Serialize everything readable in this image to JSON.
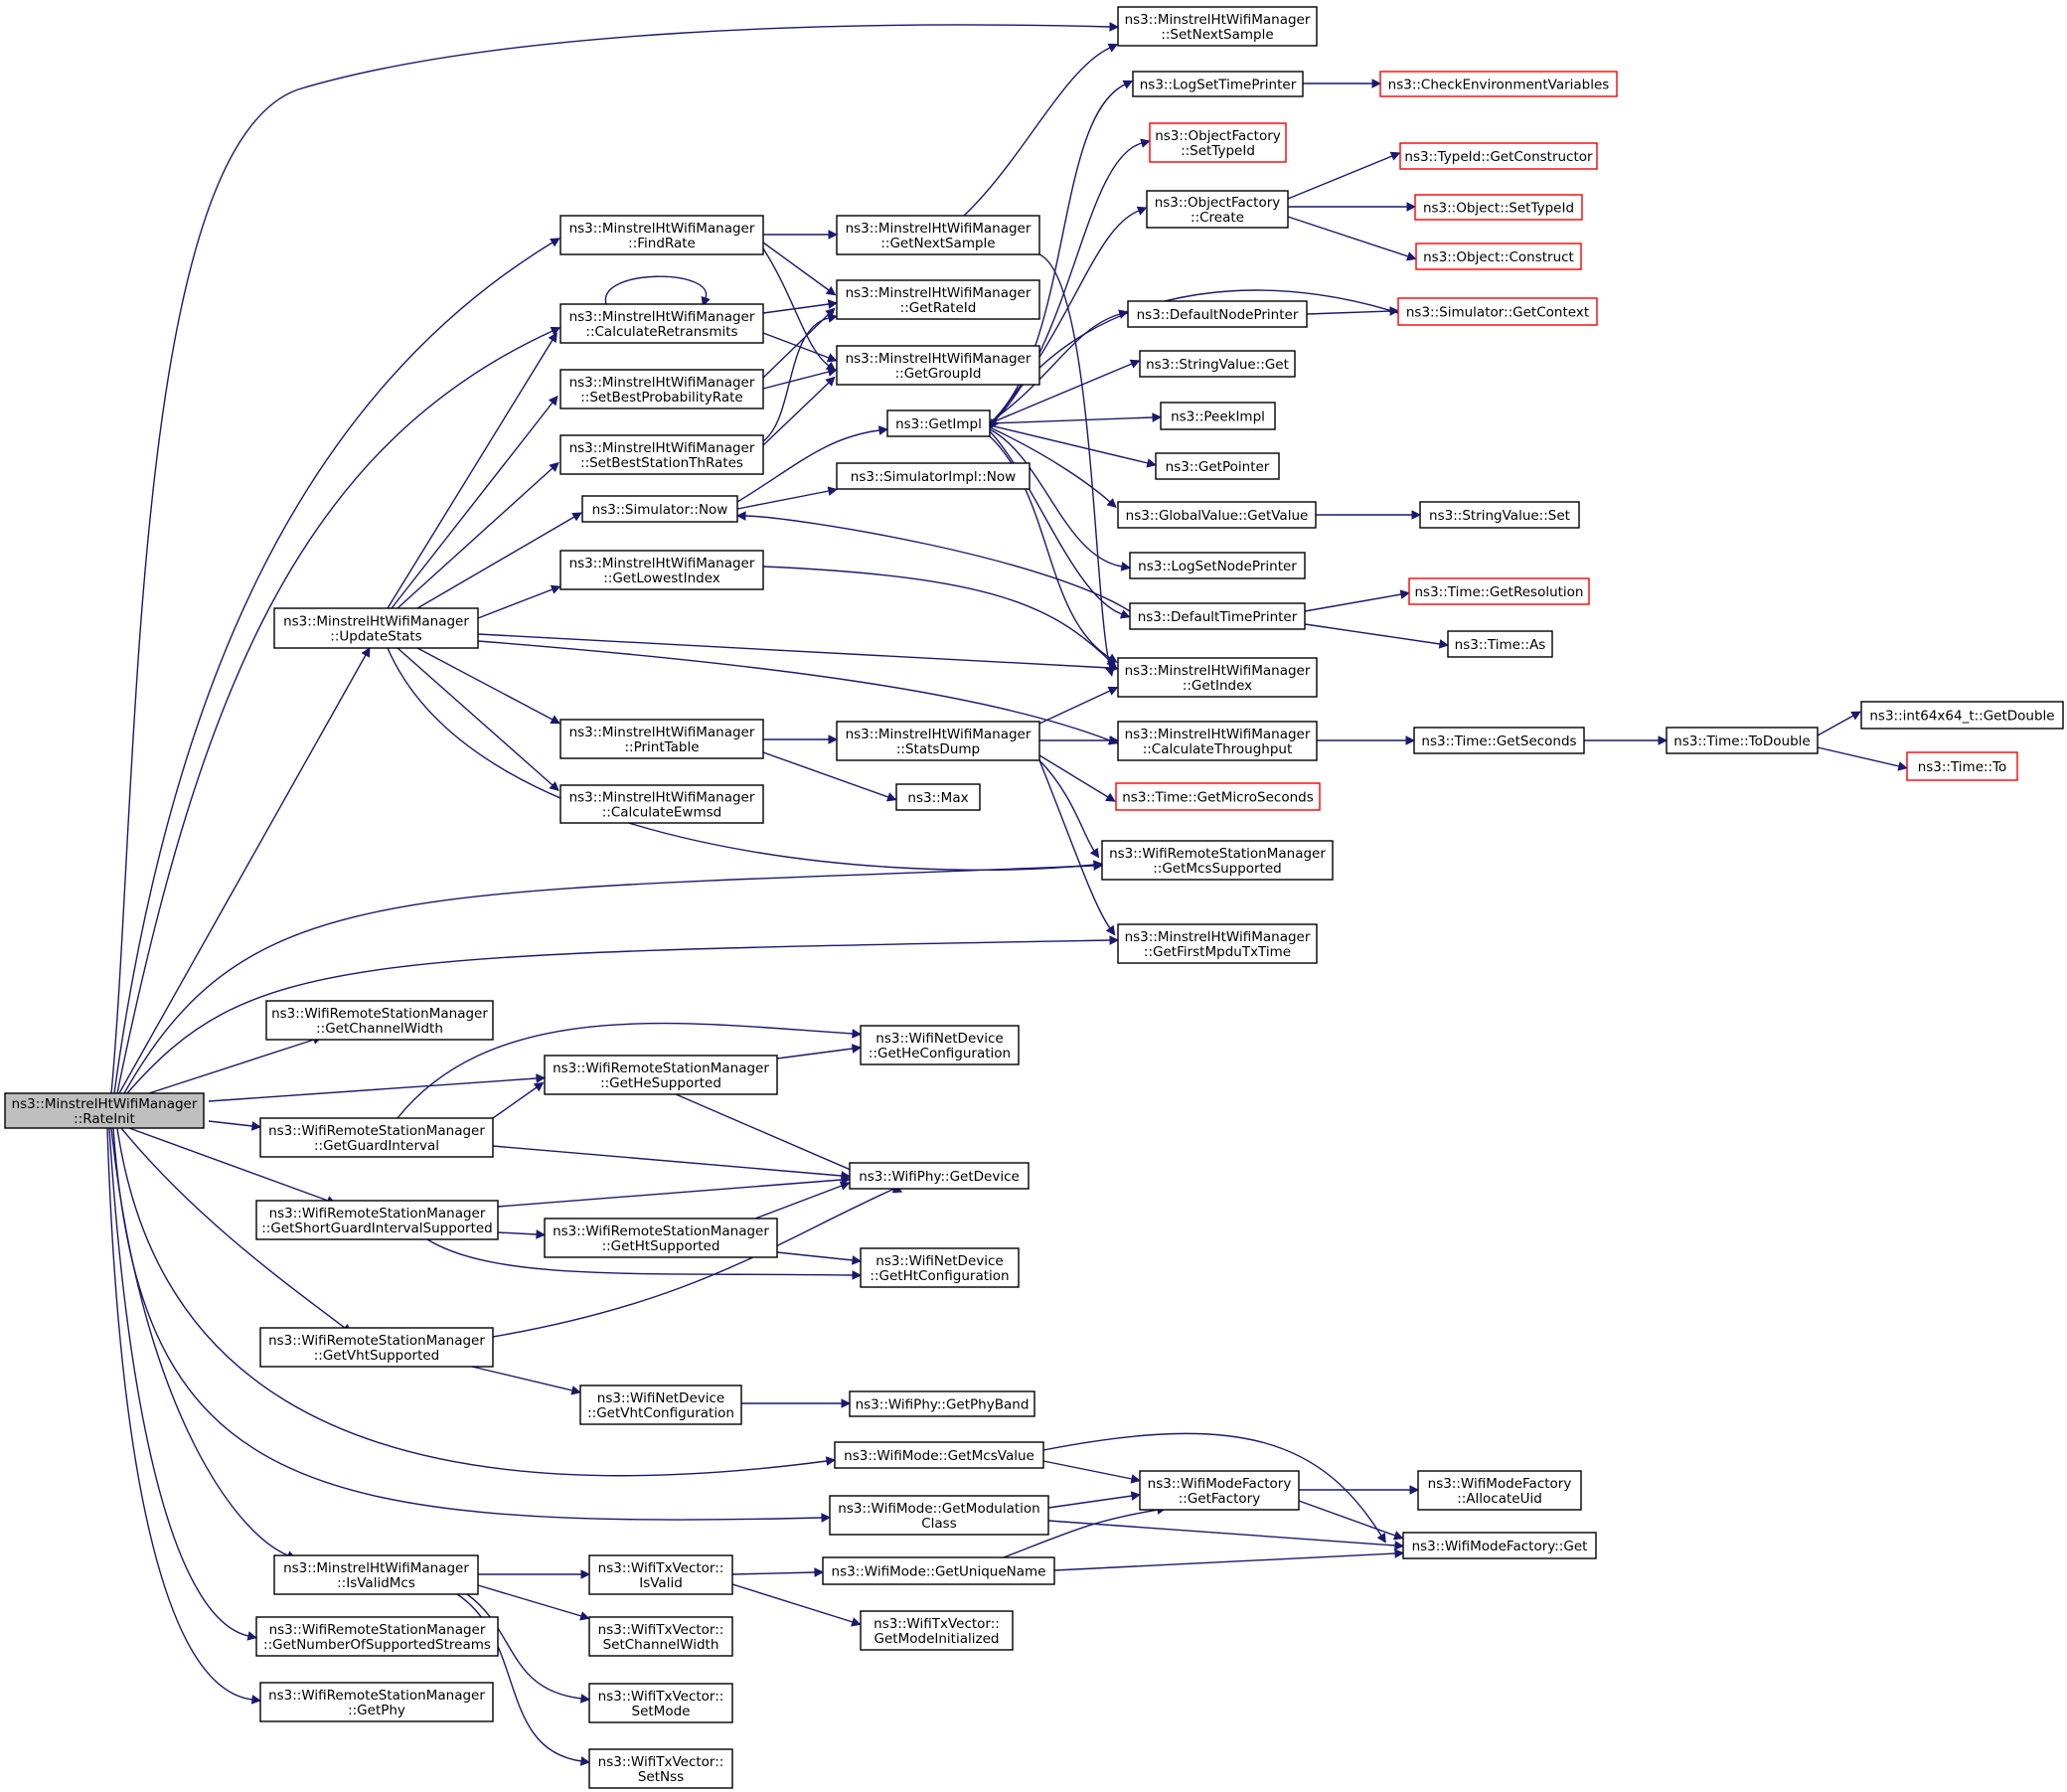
{
  "graph": {
    "edge_color": "#191970",
    "normal_border": "#000000",
    "missing_border": "#ff0000",
    "root_fill": "#bfbfbf",
    "nodes": [
      {
        "id": "root",
        "lines": [
          "ns3::MinstrelHtWifiManager",
          "::RateInit"
        ],
        "style": "root"
      },
      {
        "id": "setnextsample",
        "lines": [
          "ns3::MinstrelHtWifiManager",
          "::SetNextSample"
        ]
      },
      {
        "id": "logsettimeprinter",
        "lines": [
          "ns3::LogSetTimePrinter"
        ]
      },
      {
        "id": "checkenv",
        "lines": [
          "ns3::CheckEnvironmentVariables"
        ],
        "style": "red"
      },
      {
        "id": "of_settypeid",
        "lines": [
          "ns3::ObjectFactory",
          "::SetTypeId"
        ],
        "style": "red"
      },
      {
        "id": "typeid_getctor",
        "lines": [
          "ns3::TypeId::GetConstructor"
        ],
        "style": "red"
      },
      {
        "id": "findrate",
        "lines": [
          "ns3::MinstrelHtWifiManager",
          "::FindRate"
        ]
      },
      {
        "id": "getnextsample",
        "lines": [
          "ns3::MinstrelHtWifiManager",
          "::GetNextSample"
        ]
      },
      {
        "id": "of_create",
        "lines": [
          "ns3::ObjectFactory",
          "::Create"
        ]
      },
      {
        "id": "obj_settypeid",
        "lines": [
          "ns3::Object::SetTypeId"
        ],
        "style": "red"
      },
      {
        "id": "obj_construct",
        "lines": [
          "ns3::Object::Construct"
        ],
        "style": "red"
      },
      {
        "id": "calcretransmits",
        "lines": [
          "ns3::MinstrelHtWifiManager",
          "::CalculateRetransmits"
        ]
      },
      {
        "id": "getrateid",
        "lines": [
          "ns3::MinstrelHtWifiManager",
          "::GetRateId"
        ]
      },
      {
        "id": "defaultnodeprinter",
        "lines": [
          "ns3::DefaultNodePrinter"
        ]
      },
      {
        "id": "sim_getcontext",
        "lines": [
          "ns3::Simulator::GetContext"
        ],
        "style": "red"
      },
      {
        "id": "setbestprob",
        "lines": [
          "ns3::MinstrelHtWifiManager",
          "::SetBestProbabilityRate"
        ]
      },
      {
        "id": "getgroupid",
        "lines": [
          "ns3::MinstrelHtWifiManager",
          "::GetGroupId"
        ]
      },
      {
        "id": "stringvalue_get",
        "lines": [
          "ns3::StringValue::Get"
        ]
      },
      {
        "id": "getimpl",
        "lines": [
          "ns3::GetImpl"
        ]
      },
      {
        "id": "peekimpl",
        "lines": [
          "ns3::PeekImpl"
        ]
      },
      {
        "id": "setbeststation",
        "lines": [
          "ns3::MinstrelHtWifiManager",
          "::SetBestStationThRates"
        ]
      },
      {
        "id": "getpointer",
        "lines": [
          "ns3::GetPointer"
        ]
      },
      {
        "id": "simimpl_now",
        "lines": [
          "ns3::SimulatorImpl::Now"
        ]
      },
      {
        "id": "sim_now",
        "lines": [
          "ns3::Simulator::Now"
        ]
      },
      {
        "id": "gv_getvalue",
        "lines": [
          "ns3::GlobalValue::GetValue"
        ]
      },
      {
        "id": "stringvalue_set",
        "lines": [
          "ns3::StringValue::Set"
        ]
      },
      {
        "id": "getlowestindex",
        "lines": [
          "ns3::MinstrelHtWifiManager",
          "::GetLowestIndex"
        ]
      },
      {
        "id": "logsetnodeprinter",
        "lines": [
          "ns3::LogSetNodePrinter"
        ]
      },
      {
        "id": "time_getres",
        "lines": [
          "ns3::Time::GetResolution"
        ],
        "style": "red"
      },
      {
        "id": "updatestats",
        "lines": [
          "ns3::MinstrelHtWifiManager",
          "::UpdateStats"
        ]
      },
      {
        "id": "defaulttimeprinter",
        "lines": [
          "ns3::DefaultTimePrinter"
        ]
      },
      {
        "id": "time_as",
        "lines": [
          "ns3::Time::As"
        ]
      },
      {
        "id": "getindex",
        "lines": [
          "ns3::MinstrelHtWifiManager",
          "::GetIndex"
        ]
      },
      {
        "id": "int64_getdouble",
        "lines": [
          "ns3::int64x64_t::GetDouble"
        ]
      },
      {
        "id": "printtable",
        "lines": [
          "ns3::MinstrelHtWifiManager",
          "::PrintTable"
        ]
      },
      {
        "id": "statsdump",
        "lines": [
          "ns3::MinstrelHtWifiManager",
          "::StatsDump"
        ]
      },
      {
        "id": "calcthroughput",
        "lines": [
          "ns3::MinstrelHtWifiManager",
          "::CalculateThroughput"
        ]
      },
      {
        "id": "time_getseconds",
        "lines": [
          "ns3::Time::GetSeconds"
        ]
      },
      {
        "id": "time_todouble",
        "lines": [
          "ns3::Time::ToDouble"
        ]
      },
      {
        "id": "time_to",
        "lines": [
          "ns3::Time::To"
        ],
        "style": "red"
      },
      {
        "id": "max",
        "lines": [
          "ns3::Max"
        ]
      },
      {
        "id": "time_getmicro",
        "lines": [
          "ns3::Time::GetMicroSeconds"
        ],
        "style": "red"
      },
      {
        "id": "calcewmsd",
        "lines": [
          "ns3::MinstrelHtWifiManager",
          "::CalculateEwmsd"
        ]
      },
      {
        "id": "getmcssupported",
        "lines": [
          "ns3::WifiRemoteStationManager",
          "::GetMcsSupported"
        ]
      },
      {
        "id": "getfirstmpdu",
        "lines": [
          "ns3::MinstrelHtWifiManager",
          "::GetFirstMpduTxTime"
        ]
      },
      {
        "id": "getchannelwidth",
        "lines": [
          "ns3::WifiRemoteStationManager",
          "::GetChannelWidth"
        ]
      },
      {
        "id": "nd_getheconfig",
        "lines": [
          "ns3::WifiNetDevice",
          "::GetHeConfiguration"
        ]
      },
      {
        "id": "getheSupported",
        "lines": [
          "ns3::WifiRemoteStationManager",
          "::GetHeSupported"
        ]
      },
      {
        "id": "getguardinterval",
        "lines": [
          "ns3::WifiRemoteStationManager",
          "::GetGuardInterval"
        ]
      },
      {
        "id": "phy_getdevice",
        "lines": [
          "ns3::WifiPhy::GetDevice"
        ]
      },
      {
        "id": "getsgisupported",
        "lines": [
          "ns3::WifiRemoteStationManager",
          "::GetShortGuardIntervalSupported"
        ]
      },
      {
        "id": "gethtsupported",
        "lines": [
          "ns3::WifiRemoteStationManager",
          "::GetHtSupported"
        ]
      },
      {
        "id": "nd_gethtconfig",
        "lines": [
          "ns3::WifiNetDevice",
          "::GetHtConfiguration"
        ]
      },
      {
        "id": "getvhtsupported",
        "lines": [
          "ns3::WifiRemoteStationManager",
          "::GetVhtSupported"
        ]
      },
      {
        "id": "nd_getvhtconfig",
        "lines": [
          "ns3::WifiNetDevice",
          "::GetVhtConfiguration"
        ]
      },
      {
        "id": "phy_getphyband",
        "lines": [
          "ns3::WifiPhy::GetPhyBand"
        ]
      },
      {
        "id": "mode_getmcsvalue",
        "lines": [
          "ns3::WifiMode::GetMcsValue"
        ]
      },
      {
        "id": "mf_getfactory",
        "lines": [
          "ns3::WifiModeFactory",
          "::GetFactory"
        ]
      },
      {
        "id": "mf_allocateuid",
        "lines": [
          "ns3::WifiModeFactory",
          "::AllocateUid"
        ]
      },
      {
        "id": "mode_getmodclass",
        "lines": [
          "ns3::WifiMode::GetModulation",
          "Class"
        ]
      },
      {
        "id": "mf_get",
        "lines": [
          "ns3::WifiModeFactory::Get"
        ]
      },
      {
        "id": "isvalidmcs",
        "lines": [
          "ns3::MinstrelHtWifiManager",
          "::IsValidMcs"
        ]
      },
      {
        "id": "txv_isvalid",
        "lines": [
          "ns3::WifiTxVector::",
          "IsValid"
        ]
      },
      {
        "id": "mode_getuniquename",
        "lines": [
          "ns3::WifiMode::GetUniqueName"
        ]
      },
      {
        "id": "txv_getmodeinit",
        "lines": [
          "ns3::WifiTxVector::",
          "GetModeInitialized"
        ]
      },
      {
        "id": "getnumstreams",
        "lines": [
          "ns3::WifiRemoteStationManager",
          "::GetNumberOfSupportedStreams"
        ]
      },
      {
        "id": "txv_setchannelwidth",
        "lines": [
          "ns3::WifiTxVector::",
          "SetChannelWidth"
        ]
      },
      {
        "id": "getphy",
        "lines": [
          "ns3::WifiRemoteStationManager",
          "::GetPhy"
        ]
      },
      {
        "id": "txv_setmode",
        "lines": [
          "ns3::WifiTxVector::",
          "SetMode"
        ]
      },
      {
        "id": "txv_setnss",
        "lines": [
          "ns3::WifiTxVector::",
          "SetNss"
        ]
      }
    ]
  }
}
